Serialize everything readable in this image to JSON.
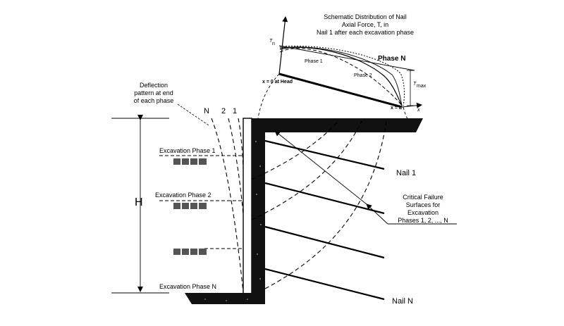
{
  "title_lines": [
    "Schematic Distribution of Nail",
    "Axial Force, T, in",
    "Nail 1 after each excavation phase"
  ],
  "axis_t_label": "T",
  "axis_t_sub": "n",
  "axis_x_label": "x",
  "phase_n_curve_label": "Phase N",
  "phase_1_curve_label": "Phase 1",
  "phase_2_curve_label": "Phase 2",
  "x_head_label": "x = 0 at Head",
  "x_end_label": "x = L",
  "tmax_label": "T",
  "tmax_sub": "max",
  "deflection_label_lines": [
    "Deflection",
    "pattern at end",
    "of each phase"
  ],
  "deflection_curve_labels": [
    "N",
    "2",
    "1"
  ],
  "height_label": "H",
  "excavation_phase_labels": [
    "Excavation Phase  1",
    "Excavation Phase  2",
    "Excavation Phase  N"
  ],
  "nail_labels": [
    "Nail 1",
    "Nail N"
  ],
  "failure_label_lines": [
    "Critical Failure",
    "Surfaces for",
    "Excavation",
    "Phases 1, 2, ..., N"
  ]
}
